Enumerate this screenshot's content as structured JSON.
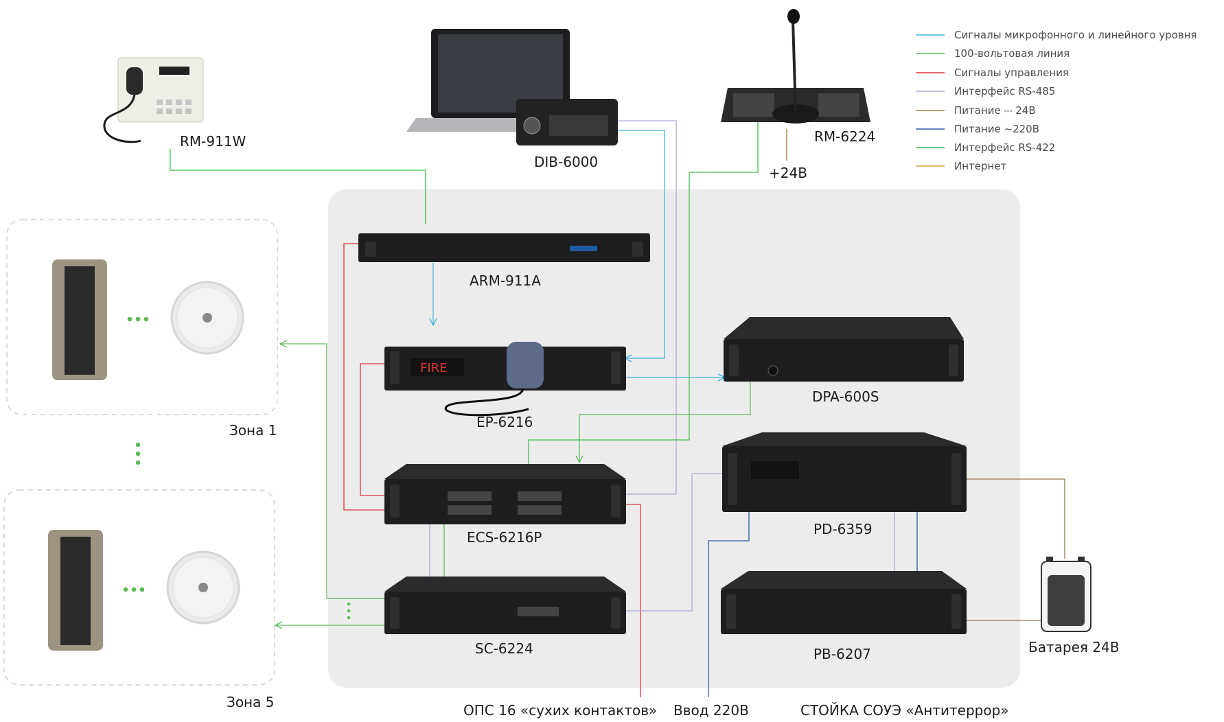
{
  "legend": [
    {
      "label": "Сигналы микрофонного и линейного уровня",
      "color": "#3fb3e0"
    },
    {
      "label": "100-вольтовая линия",
      "color": "#5fb85a"
    },
    {
      "label": "Сигналы управления",
      "color": "#e0353b"
    },
    {
      "label": "Интерфейс RS-485",
      "color": "#b7a4d6"
    },
    {
      "label": "Питание ⎓ 24В",
      "color": "#9a7a45"
    },
    {
      "label": "Питание ~220В",
      "color": "#2f5aa5"
    },
    {
      "label": "Интерфейс RS-422",
      "color": "#3cbf4a"
    },
    {
      "label": "Интернет",
      "color": "#e0a23a"
    }
  ],
  "devices": {
    "rm911w": "RM-911W",
    "dib6000": "DIB-6000",
    "rm6224": "RM-6224",
    "arm911a": "ARM-911A",
    "ep6216": "EP-6216",
    "dpa600s": "DPA-600S",
    "ecs6216p": "ECS-6216P",
    "pd6359": "PD-6359",
    "sc6224": "SC-6224",
    "pb6207": "PB-6207",
    "battery": "Батарея 24В"
  },
  "labels": {
    "plus24": "+24В",
    "zone1": "Зона 1",
    "zone5": "Зона 5",
    "ops": "ОПС 16 «сухих контактов»",
    "input220": "Ввод 220В",
    "rack": "СТОЙКА СОУЭ «Антитеррор»",
    "fire": "FIRE"
  }
}
